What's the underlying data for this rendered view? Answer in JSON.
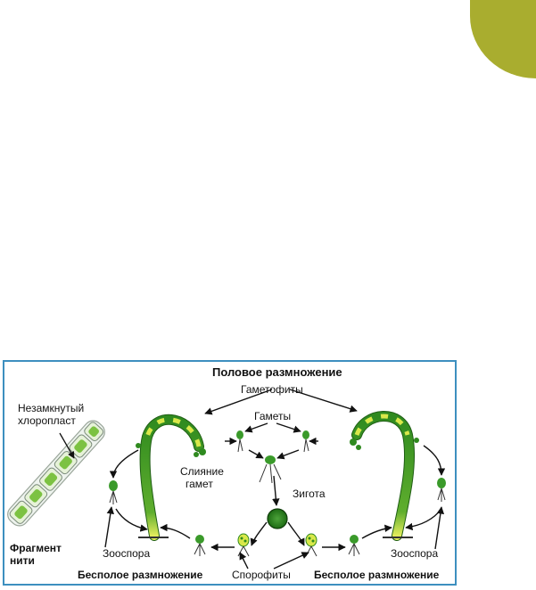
{
  "labels": {
    "sexual_reproduction": "Половое размножение",
    "gametophytes": "Гаметофиты",
    "gametes": "Гаметы",
    "fusion_line1": "Слияние",
    "fusion_line2": "гамет",
    "zygote": "Зигота",
    "unclosed_line1": "Незамкнутый",
    "unclosed_line2": "хлоропласт",
    "fragment_line1": "Фрагмент",
    "fragment_line2": "нити",
    "zoospore_left": "Зооспора",
    "zoospore_right": "Зооспора",
    "asexual_left": "Бесполое размножение",
    "sporophytes": "Спорофиты",
    "asexual_right": "Бесполое размножение"
  },
  "colors": {
    "page_bg": "#ffffff",
    "corner_tab": "#a9ad2f",
    "frame_border": "#3d8fbf",
    "filament_dark": "#2f8a1f",
    "filament_light": "#d9e84a",
    "chloroplast": "#7cc242",
    "arrow": "#111111"
  }
}
